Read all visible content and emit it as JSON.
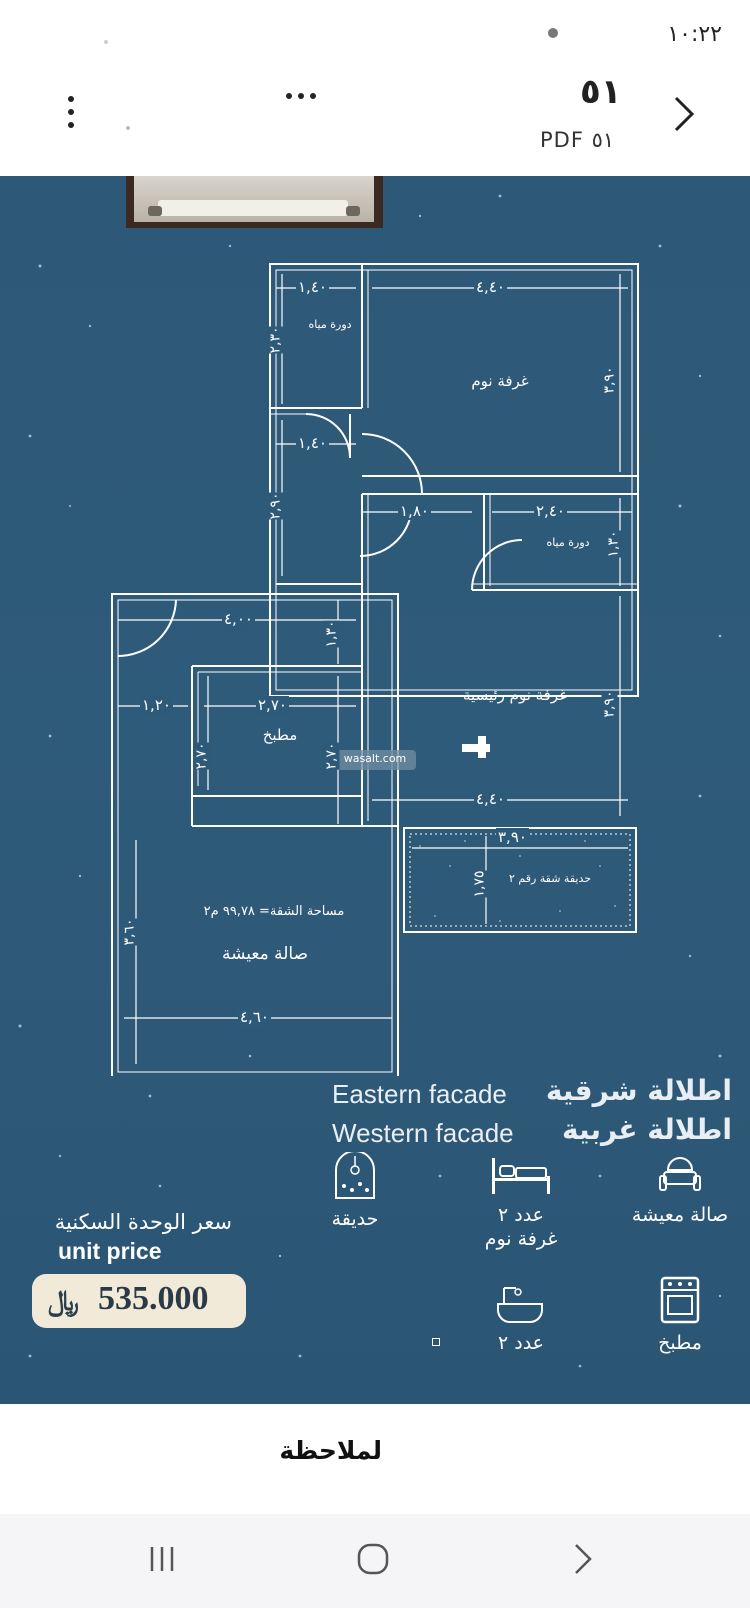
{
  "status_bar": {
    "time": "١٠:٢٢"
  },
  "viewer": {
    "page_indicator": "٥١",
    "file_type_label": "PDF ٥١"
  },
  "floorplan": {
    "rooms": {
      "bathroom1": "دورة مياه",
      "bedroom": "غرفة نوم",
      "bathroom2": "دورة مياه",
      "master_bedroom": "غرفة نوم رئيسية",
      "kitchen": "مطبخ",
      "living_hall": "صالة معيشة",
      "garden": "حديقة شقة رقم ٢",
      "area_note": "مساحة الشقة= ٩٩,٧٨ م٢"
    },
    "dimensions": {
      "bath1_w": "١,٤٠",
      "bath1_h": "٢,٣٠",
      "hall_w": "١,٤٠",
      "hall_h": "٢,٩٠",
      "bedroom_w": "٤,٤٠",
      "bedroom_h": "٣,٩٠",
      "corridor_w": "١,٨٠",
      "bath2_w": "٢,٤٠",
      "bath2_h": "١,٣٠",
      "top_w": "٤,٠٠",
      "top_h": "١,٣٠",
      "entry_w": "١,٢٠",
      "kitchen_w": "٢,٧٠",
      "kitchen_h1": "٢,٧٠",
      "kitchen_h2": "٢,٧٠",
      "master_h": "٣,٩٠",
      "master_w": "٤,٤٠",
      "garden_w": "٣,٩٠",
      "garden_h": "١,٧٥",
      "living_h": "٣,٦٠",
      "living_w": "٤,٦٠"
    },
    "watermark": "wasalt.com"
  },
  "facades": [
    {
      "en": "Eastern facade",
      "ar": "اطلالة شرقية"
    },
    {
      "en": "Western facade",
      "ar": "اطلالة غربية"
    }
  ],
  "price": {
    "label_ar": "سعر الوحدة السكنية",
    "label_en": "unit price",
    "value": "535.000"
  },
  "features": {
    "garden": "حديقة",
    "bedrooms_count": "عدد ٢",
    "bedrooms": "غرفة نوم",
    "living": "صالة معيشة",
    "bathrooms_count": "عدد ٢",
    "kitchen": "مطبخ"
  },
  "footer": {
    "notes_label": "لملاحظة"
  },
  "colors": {
    "doc_bg": "#2d5877",
    "pill_bg": "#f1ead8"
  }
}
